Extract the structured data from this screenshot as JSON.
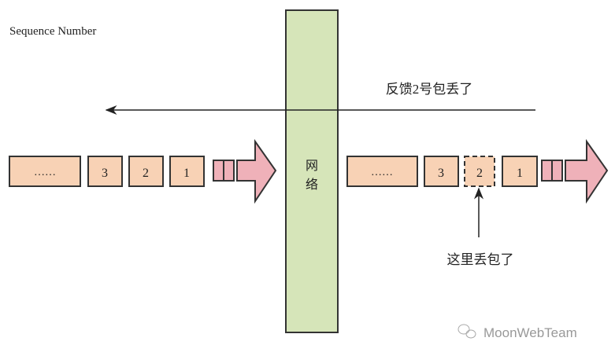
{
  "title": "Sequence Number",
  "network_label": [
    "网",
    "络"
  ],
  "feedback_label": "反馈2号包丢了",
  "loss_label": "这里丢包了",
  "left_packets": [
    "……",
    "3",
    "2",
    "1"
  ],
  "right_packets": [
    "……",
    "3",
    "2",
    "1"
  ],
  "lost_packet": "2",
  "watermark": "MoonWebTeam",
  "colors": {
    "packet": "#f8d2b5",
    "arrow": "#efb1b9",
    "network": "#d6e5b9",
    "stroke": "#333333"
  }
}
